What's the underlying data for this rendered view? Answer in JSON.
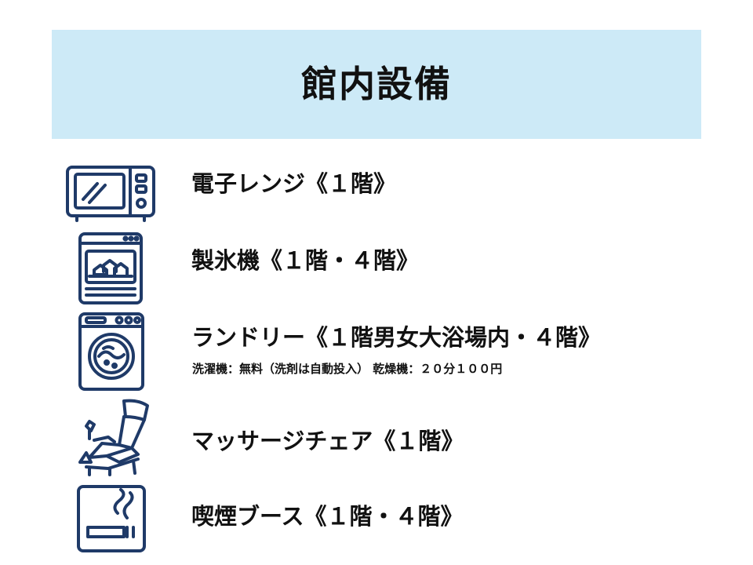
{
  "title": "館内設備",
  "items": [
    {
      "icon": "microwave-icon",
      "label": "電子レンジ《１階》"
    },
    {
      "icon": "ice-machine-icon",
      "label": "製氷機《１階・４階》"
    },
    {
      "icon": "washing-machine-icon",
      "label": "ランドリー《１階男女大浴場内・４階》",
      "note": "洗濯機：無料（洗剤は自動投入） 乾燥機：２０分１００円"
    },
    {
      "icon": "massage-chair-icon",
      "label": "マッサージチェア《１階》"
    },
    {
      "icon": "smoking-icon",
      "label": "喫煙ブース《１階・４階》"
    }
  ],
  "colors": {
    "banner": "#cdeaf7",
    "icon_stroke": "#1f3a68",
    "text": "#111111"
  }
}
